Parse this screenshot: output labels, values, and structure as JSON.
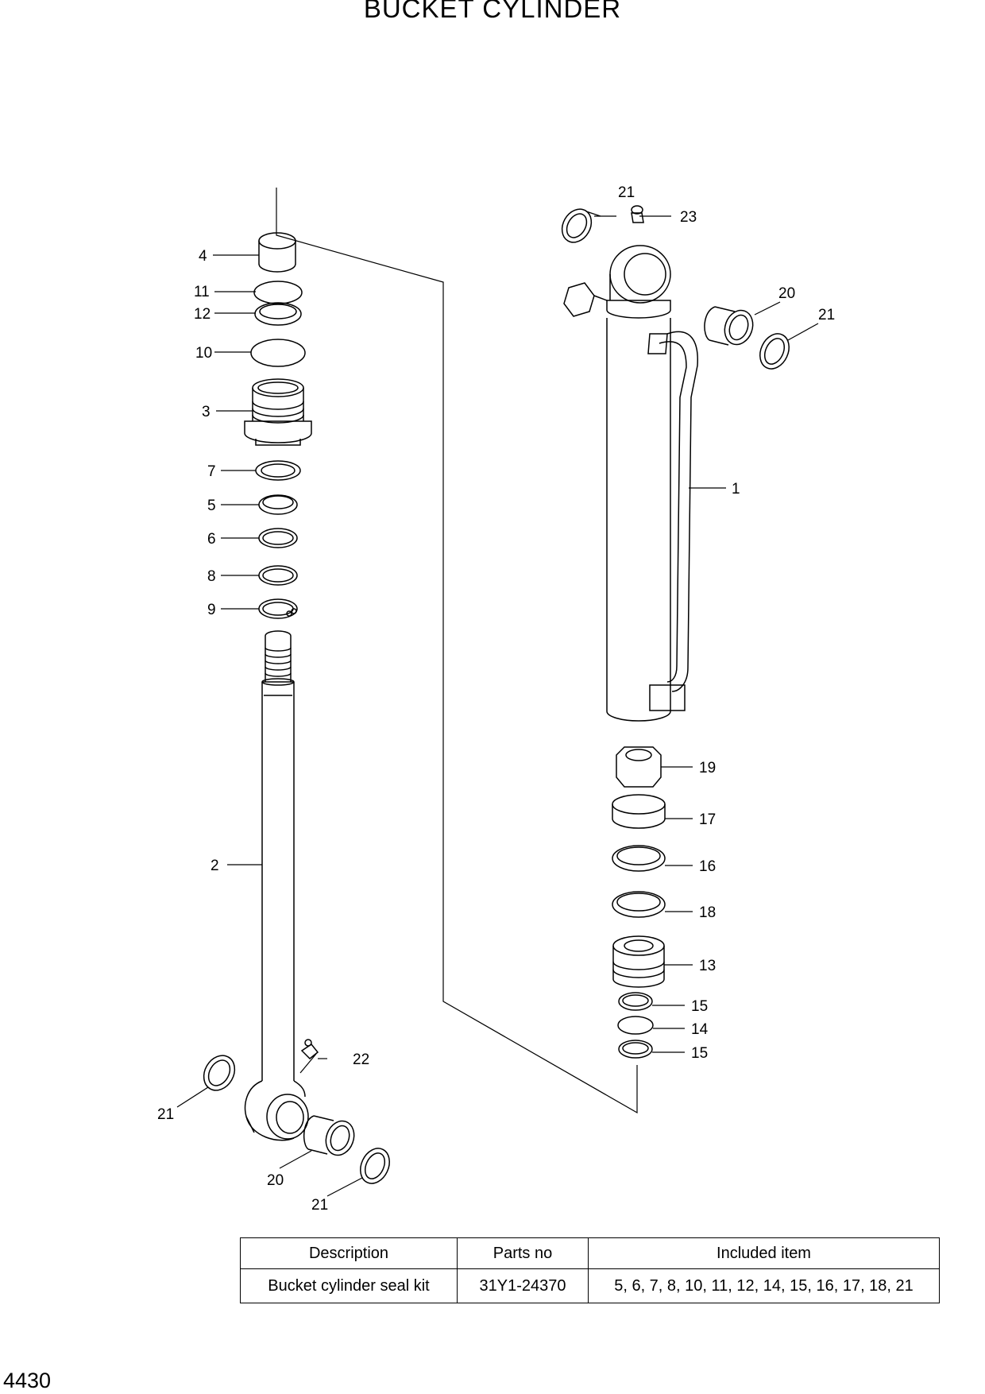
{
  "title": "BUCKET CYLINDER",
  "page_number": "4430",
  "callouts": {
    "c1": "1",
    "c2": "2",
    "c3": "3",
    "c4": "4",
    "c5": "5",
    "c6": "6",
    "c7": "7",
    "c8": "8",
    "c9": "9",
    "c10": "10",
    "c11": "11",
    "c12": "12",
    "c13": "13",
    "c14": "14",
    "c15a": "15",
    "c15b": "15",
    "c16": "16",
    "c17": "17",
    "c18": "18",
    "c19": "19",
    "c20a": "20",
    "c20b": "20",
    "c21a": "21",
    "c21b": "21",
    "c21c": "21",
    "c21d": "21",
    "c22": "22",
    "c23": "23"
  },
  "table": {
    "headers": {
      "description": "Description",
      "parts_no": "Parts no",
      "included": "Included item"
    },
    "row": {
      "description": "Bucket cylinder seal kit",
      "parts_no": "31Y1-24370",
      "included": "5, 6, 7, 8, 10, 11, 12, 14, 15, 16, 17, 18, 21"
    }
  }
}
